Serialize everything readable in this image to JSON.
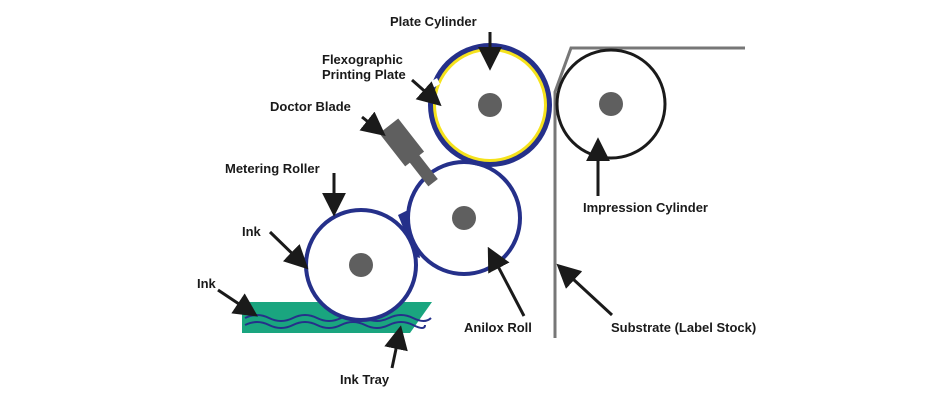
{
  "labels": {
    "plate_cylinder": "Plate Cylinder",
    "flexo_plate_line1": "Flexographic",
    "flexo_plate_line2": "Printing Plate",
    "doctor_blade": "Doctor Blade",
    "metering_roller": "Metering Roller",
    "ink_roller": "Ink",
    "ink_tray_ink": "Ink",
    "anilox_roll": "Anilox Roll",
    "impression_cylinder": "Impression Cylinder",
    "substrate": "Substrate (Label Stock)",
    "ink_tray": "Ink Tray"
  },
  "colors": {
    "roller_outline": "#25308a",
    "plate": "#f5e21c",
    "hub": "#5f5f5f",
    "ink": "#1aa57f",
    "ink_wave": "#25308a",
    "blade": "#5f5f5f",
    "substrate": "#777777",
    "arrow": "#1a1a1a"
  }
}
